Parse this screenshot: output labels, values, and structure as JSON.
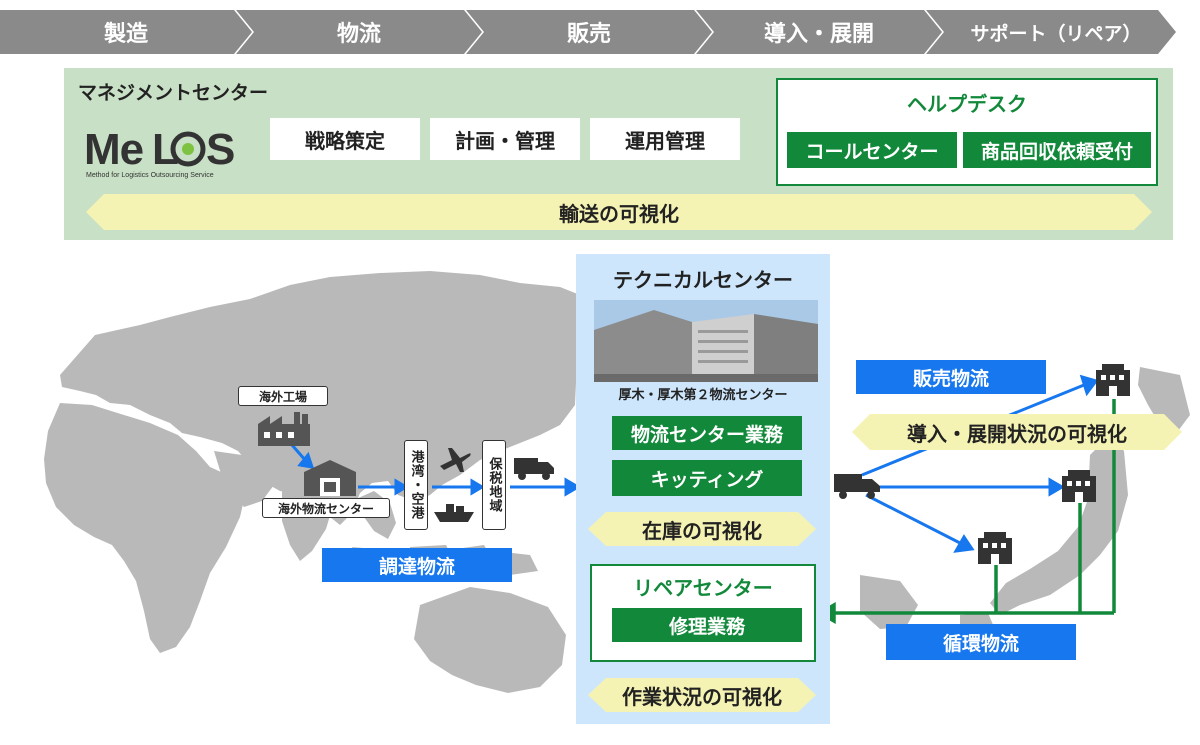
{
  "steps": [
    "製造",
    "物流",
    "販売",
    "導入・展開",
    "サポート（リペア）"
  ],
  "management": {
    "title": "マネジメントセンター",
    "logo_text": "MeLOS",
    "logo_sub": "Method for Logistics Outsourcing Service",
    "functions": [
      "戦略策定",
      "計画・管理",
      "運用管理"
    ],
    "helpdesk": {
      "title": "ヘルプデスク",
      "items": [
        "コールセンター",
        "商品回収依頼受付"
      ]
    },
    "visibility": "輸送の可視化"
  },
  "technical": {
    "title": "テクニカルセンター",
    "photo_caption": "厚木・厚木第２物流センター",
    "tasks": [
      "物流センター業務",
      "キッティング"
    ],
    "inventory": "在庫の可視化",
    "repair": {
      "title": "リペアセンター",
      "task": "修理業務"
    },
    "work_status": "作業状況の可視化"
  },
  "map": {
    "factory": "海外工場",
    "overseas_center": "海外物流センター",
    "port": "港湾・空港",
    "bonded": "保税地域",
    "procurement": "調達物流",
    "sales": "販売物流",
    "deploy": "導入・展開状況の可視化",
    "return": "循環物流"
  },
  "colors": {
    "green": "#12893a",
    "blue": "#1677ee",
    "gray": "#8a8a8a",
    "panel_green": "#c8e0c5",
    "panel_blue": "#cde6fb",
    "yellow": "#f5f3b3"
  },
  "icons": [
    "factory-icon",
    "warehouse-icon",
    "airplane-icon",
    "ship-icon",
    "truck-icon",
    "building-icon"
  ]
}
